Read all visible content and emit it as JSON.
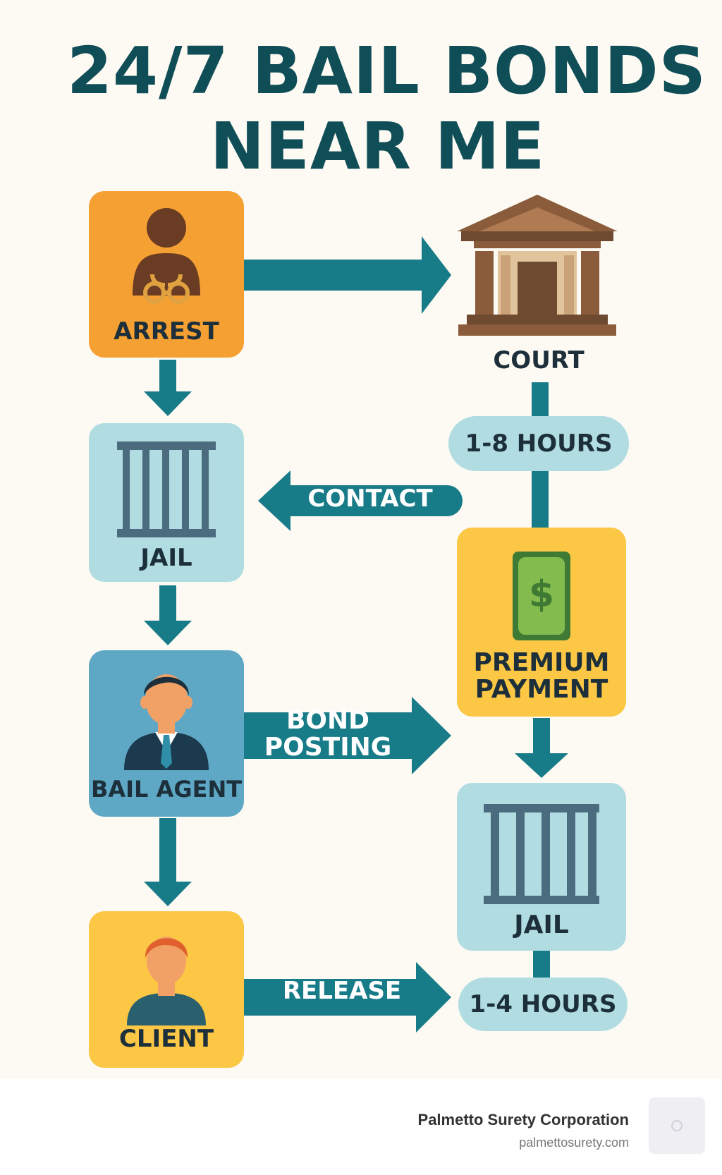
{
  "title": {
    "line1": "24/7 BAIL BONDS",
    "line2": "NEAR ME"
  },
  "steps": {
    "arrest": "ARREST",
    "court": "COURT",
    "jail_left": "JAIL",
    "premium_line1": "PREMIUM",
    "premium_line2": "PAYMENT",
    "bail_agent": "BAIL AGENT",
    "jail_right": "JAIL",
    "client": "CLIENT"
  },
  "durations": {
    "court_to_payment": "1-8 HOURS",
    "jail_to_release": "1-4 HOURS"
  },
  "flows": {
    "contact": "CONTACT",
    "bond_posting_line1": "BOND",
    "bond_posting_line2": "POSTING",
    "release": "RELEASE"
  },
  "footer": {
    "company": "Palmetto Surety Corporation",
    "url": "palmettosurety.com"
  },
  "colors": {
    "title": "#0f4d57",
    "arrow": "#177b88",
    "arrest_box": "#f5a033",
    "jail_box": "#b1dde2",
    "agent_box": "#5ea8c6",
    "payment_box": "#fcc745",
    "client_box": "#fcc745",
    "court_building": "#8a5c3c"
  },
  "icons": {
    "arrest": "handcuffed-person-icon",
    "court": "courthouse-icon",
    "jail": "jail-bars-icon",
    "payment": "dollar-bill-icon",
    "agent": "businessman-icon",
    "client": "person-icon"
  }
}
